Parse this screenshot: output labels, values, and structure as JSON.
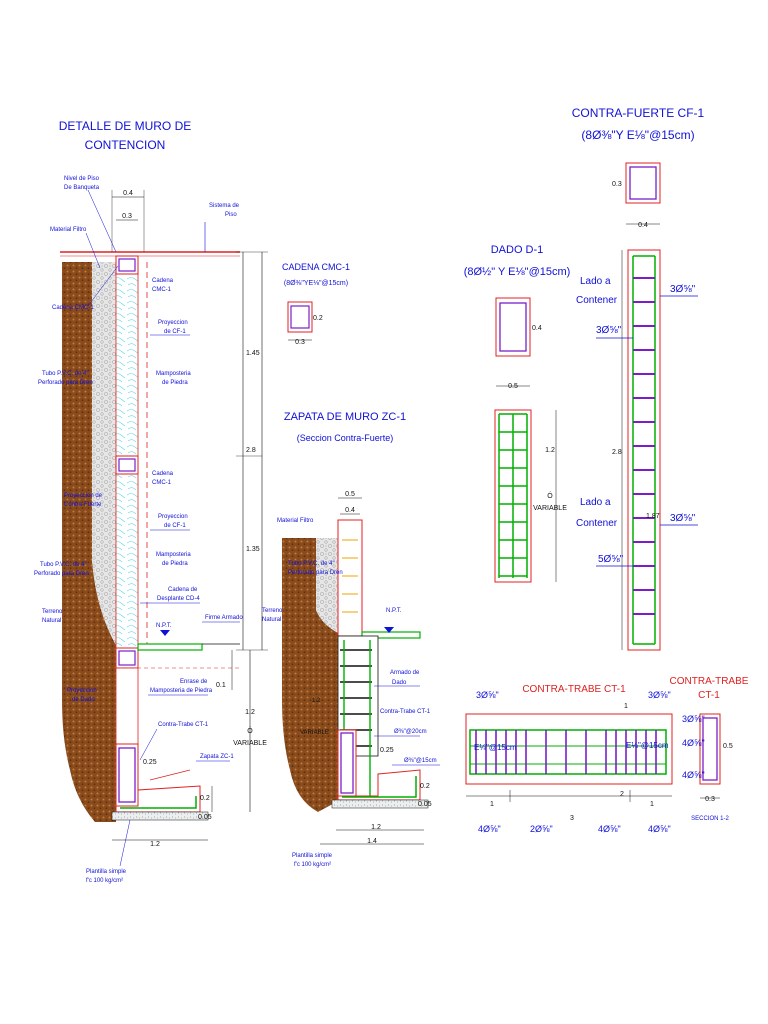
{
  "titles": {
    "muro_line1": "DETALLE DE MURO DE",
    "muro_line2": "CONTENCION",
    "cadena_cmc": "CADENA CMC-1",
    "cadena_cmc_sub": "(8Ø⅜\"YE⅛\"@15cm)",
    "zapata": "ZAPATA DE MURO ZC-1",
    "zapata_sub": "(Seccion Contra-Fuerte)",
    "dado": "DADO D-1",
    "dado_sub": "(8Ø½\" Y E⅛\"@15cm)",
    "cf": "CONTRA-FUERTE CF-1",
    "cf_sub": "(8Ø⅜\"Y E⅛\"@15cm)",
    "ct_main": "CONTRA-TRABE CT-1",
    "ct_small_1": "CONTRA-TRABE",
    "ct_small_2": "CT-1",
    "seccion": "SECCION 1-2"
  },
  "muro_labels": {
    "nivel_piso_1": "Nivel de Piso",
    "nivel_piso_2": "De Banqueta",
    "sistema_piso_1": "Sistema de",
    "sistema_piso_2": "Piso",
    "material_filtro": "Material Filtro",
    "cadena_cmc_left": "Cadena CMC-1",
    "cadena_1": "Cadena",
    "cmc_1": "CMC-1",
    "proy_1": "Proyeccion",
    "cf_1": "de CF-1",
    "tubo_1a": "Tubo P.V.C. de 4\"",
    "tubo_1b": "Perforado para Dren",
    "mamp_1": "Mamposteria",
    "piedra_1": "de Piedra",
    "proy_cf_left_1": "Proyeccion de",
    "proy_cf_left_2": "Contra-Fuerte",
    "cadena_2": "Cadena",
    "cmc_2": "CMC-1",
    "proy_2": "Proyeccion",
    "cf_2": "de CF-1",
    "tubo_2a": "Tubo P.V.C. de 4\"",
    "tubo_2b": "Perforado para Dren",
    "mamp_2": "Mamposteria",
    "piedra_2": "de Piedra",
    "cad_desp_1": "Cadena de",
    "cad_desp_2": "Desplante CD-4",
    "terreno_1": "Terreno",
    "terreno_2": "Natural",
    "npt": "N.P.T.",
    "firme": "Firme Armado",
    "proy_dado_1": "Proyeccion",
    "proy_dado_2": "de Dado",
    "enrase_1": "Enrase de",
    "enrase_2": "Mamposteria de Piedra",
    "ct1": "Contra-Trabe CT-1",
    "zapata": "Zapata ZC-1",
    "plantilla_1": "Plantilla simple",
    "plantilla_2": "f'c 100 kg/cm²"
  },
  "muro_dims": {
    "d04": "0.4",
    "d03": "0.3",
    "d145": "1.45",
    "d28": "2.8",
    "d135": "1.35",
    "d01": "0.1",
    "d12": "1.2",
    "o": "Ó",
    "variable": "VARIABLE",
    "d025": "0.25",
    "d02": "0.2",
    "d005": "0.05",
    "d12b": "1.2"
  },
  "cmc_dims": {
    "h": "0.2",
    "w": "0.3"
  },
  "zapata_labels": {
    "material_filtro": "Material Filtro",
    "tubo_1": "Tubo P.V.C. de 4\"",
    "tubo_2": "Perforado para Dren",
    "terreno_1": "Terreno",
    "terreno_2": "Natural",
    "npt": "N.P.T.",
    "armado_1": "Armado de",
    "armado_2": "Dado",
    "ct1": "Contra-Trabe CT-1",
    "estribo_20": "Ø⅜\"@20cm",
    "estribo_15": "Ø⅜\"@15cm",
    "variable": "VARIABLE",
    "d12": "1.2",
    "plantilla_1": "Plantilla simple",
    "plantilla_2": "f'c 100 kg/cm²"
  },
  "zapata_dims": {
    "d05": "0.5",
    "d04": "0.4",
    "d025": "0.25",
    "d02": "0.2",
    "d005": "0.05",
    "d12": "1.2",
    "d14": "1.4"
  },
  "dado_dims": {
    "d04": "0.4",
    "d05": "0.5",
    "d12": "1.2",
    "o": "Ó",
    "variable": "VARIABLE"
  },
  "cf_labels": {
    "lado_a_1": "Lado a",
    "contener_1": "Contener",
    "lado_a_2": "Lado a",
    "contener_2": "Contener",
    "bar_3a": "3Ø⅝\"",
    "bar_3b": "3Ø⅝\"",
    "bar_3c": "3Ø⅝\"",
    "bar_5": "5Ø⅝\""
  },
  "cf_dims": {
    "d03": "0.3",
    "d04": "0.4",
    "d28": "2.8",
    "d187": "1.87"
  },
  "ct_labels": {
    "top_left": "3Ø⅝\"",
    "top_right": "3Ø⅝\"",
    "e_left": "E⅛\"@15cm",
    "e_right": "E⅛\"@15cm",
    "b1": "4Ø⅝\"",
    "b2": "2Ø⅝\"",
    "b3": "4Ø⅝\"",
    "b4": "4Ø⅝\"",
    "d1": "1",
    "d3": "3",
    "d1b": "1",
    "s1": "1",
    "s2": "2"
  },
  "sec_labels": {
    "r1": "3Ø⅝\"",
    "r2": "4Ø⅝\"",
    "r3": "4Ø⅝\"",
    "d05": "0.5",
    "d03": "0.3"
  },
  "colors": {
    "text_blue": "#1010d8",
    "outline_red": "#e02020",
    "rebar_green": "#00b000",
    "stirrup_purple": "#7a1fc8",
    "soil_brown": "#8a4b1c",
    "gravel_grey": "#d8d8d8",
    "stone_cyan": "#59d7e8"
  }
}
